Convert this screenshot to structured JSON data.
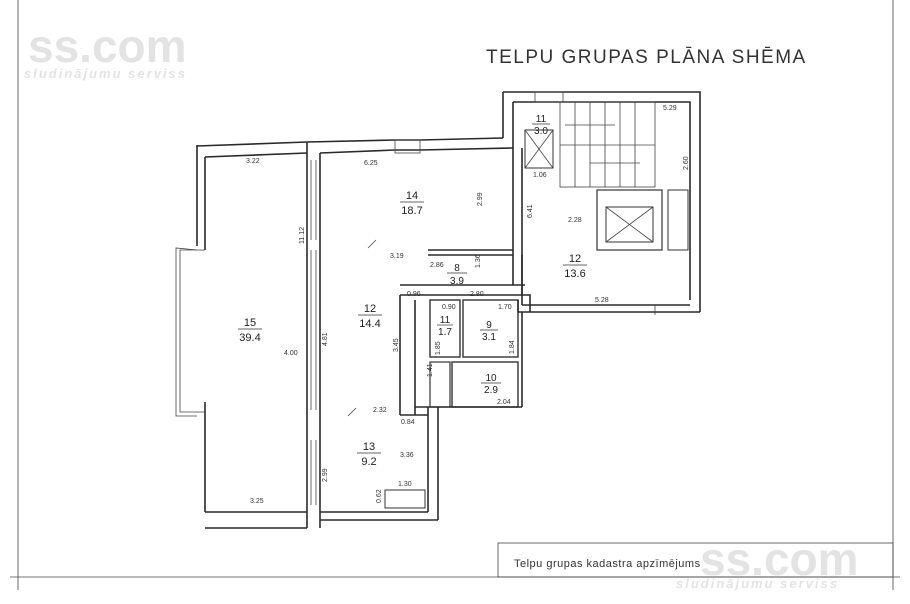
{
  "title": "TELPU  GRUPAS PLĀNA  SHĒMA",
  "legend_label": "Telpu grupas kadastra apzīmējums",
  "watermark": {
    "top_brand": "ss.com",
    "top_tagline": "sludinājumu serviss",
    "bottom_brand": "ss.com",
    "bottom_tagline": "sludinājumu serviss"
  },
  "rooms": {
    "r15": {
      "number": "15",
      "area": "39.4"
    },
    "r14": {
      "number": "14",
      "area": "18.7"
    },
    "r12a": {
      "number": "12",
      "area": "14.4"
    },
    "r8": {
      "number": "8",
      "area": "3.9"
    },
    "r11a": {
      "number": "11",
      "area": "1.7"
    },
    "r9": {
      "number": "9",
      "area": "3.1"
    },
    "r10": {
      "number": "10",
      "area": "2.9"
    },
    "r13": {
      "number": "13",
      "area": "9.2"
    },
    "r11b": {
      "number": "11",
      "area": "3.0"
    },
    "r12b": {
      "number": "12",
      "area": "13.6"
    }
  },
  "dimensions": {
    "d322": "3.22",
    "d400": "4.00",
    "d325": "3.25",
    "d1112": "11.12",
    "d625": "6.25",
    "d299a": "2.99",
    "d319": "3.19",
    "d481": "4.81",
    "d286": "2.86",
    "d136": "1.36",
    "d096": "0.96",
    "d280": "2.80",
    "d090": "0.90",
    "d170": "1.70",
    "d345": "3.45",
    "d185": "1.85",
    "d184": "1.84",
    "d141": "1.41",
    "d204": "2.04",
    "d232": "2.32",
    "d084": "0.84",
    "d336": "3.36",
    "d299b": "2.99",
    "d130": "1.30",
    "d062": "0.62",
    "d529": "5.29",
    "d260": "2.60",
    "d106": "1.06",
    "d641": "6.41",
    "d228": "2.28",
    "d528": "5.28"
  }
}
